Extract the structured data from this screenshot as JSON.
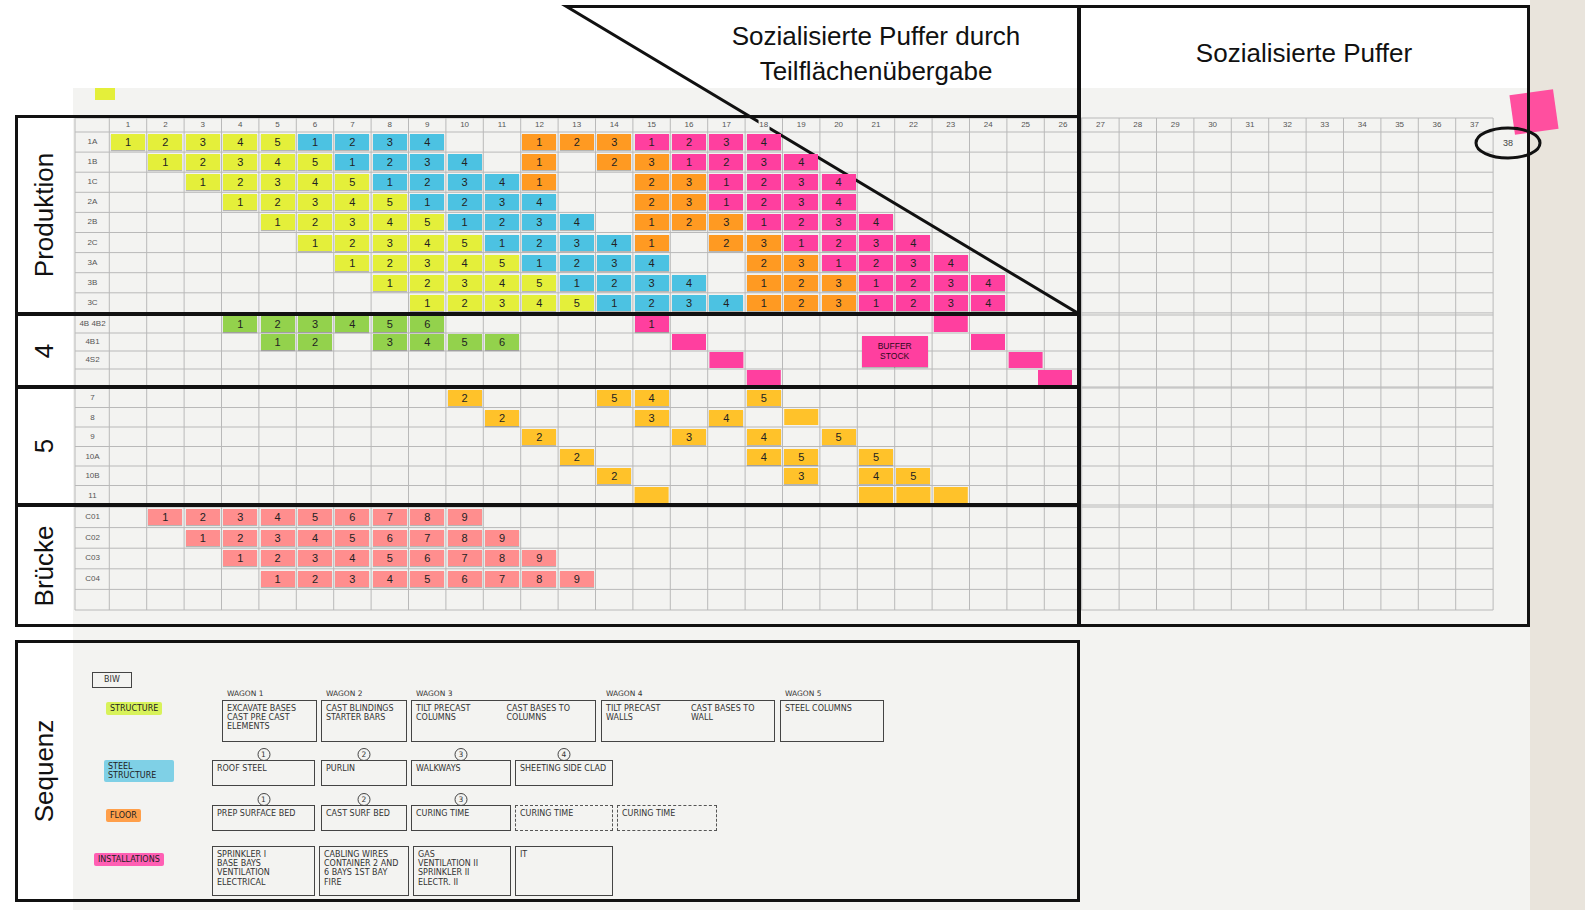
{
  "diagram": {
    "nodes": [
      {
        "text": [
          "Sozialisierte Puffer durch Teilflächenübergabe"
        ]
      },
      {
        "text": [
          "Sozialisierte Puffer"
        ]
      },
      {
        "text": [
          "Produktion"
        ]
      },
      {
        "text": [
          "4"
        ]
      },
      {
        "text": [
          "5"
        ]
      },
      {
        "text": [
          "Brücke"
        ]
      },
      {
        "text": [
          "Sequenz"
        ]
      },
      {
        "text": [
          "BIW"
        ],
        "in": 6
      },
      {
        "text": [
          "WAGON 1",
          "EXCAVATE BASES",
          "CAST PRE CAST ELEMENTS"
        ],
        "in": 6
      },
      {
        "text": [
          "WAGON 2",
          "CAST BLINDINGS STARTER BARS"
        ],
        "in": 6
      },
      {
        "text": [
          "WAGON 3",
          "TILT PRECAST COLUMNS",
          "CAST BASES TO COLUMNS"
        ],
        "in": 6
      },
      {
        "text": [
          "WAGON 4",
          "TILT PRECAST WALLS",
          "CAST BASES TO WALL"
        ],
        "in": 6
      },
      {
        "text": [
          "WAGON 5",
          "STEEL COLUMNS"
        ],
        "in": 6
      },
      {
        "text": [
          "1",
          "ROOF STEEL"
        ],
        "in": 6
      },
      {
        "text": [
          "2",
          "PURLIN"
        ],
        "in": 6
      },
      {
        "text": [
          "3",
          "WALKWAYS"
        ],
        "in": 6
      },
      {
        "text": [
          "4",
          "SHEETING SIDE CLAD"
        ],
        "in": 6
      },
      {
        "text": [
          "1",
          "PREP SURFACE BED"
        ],
        "in": 6
      },
      {
        "text": [
          "2",
          "CAST SURF BED"
        ],
        "in": 6
      },
      {
        "text": [
          "3",
          "CURING TIME"
        ],
        "in": 6
      },
      {
        "text": [
          "CURING TIME"
        ],
        "in": 6
      },
      {
        "text": [
          "CURING TIME"
        ],
        "in": 6
      },
      {
        "text": [
          "SPRINKLER I",
          "BASE BAYS",
          "VENTILATION",
          "ELECTRICAL"
        ],
        "in": 6
      },
      {
        "text": [
          "CABLING WIRES",
          "CONTAINER 2 AND 6 BAYS 1ST BAY",
          "FIRE"
        ],
        "in": 6
      },
      {
        "text": [
          "GAS",
          "VENTILATION II",
          "SPRINKLER II",
          "ELECTR. II"
        ],
        "in": 6
      },
      {
        "text": [
          "IT"
        ],
        "in": 6
      }
    ],
    "labels": [
      "1",
      "2",
      "3",
      "4",
      "5",
      "6",
      "7",
      "8",
      "9",
      "10",
      "11",
      "12",
      "13",
      "14",
      "15",
      "16",
      "17",
      "18",
      "19",
      "20",
      "21",
      "22",
      "23",
      "24",
      "25",
      "26",
      "27",
      "28",
      "29",
      "30",
      "31",
      "32",
      "33",
      "34",
      "35",
      "36",
      "37",
      "38",
      "1A",
      "1B",
      "1C",
      "2A",
      "2B",
      "2C",
      "3A",
      "3B",
      "3C",
      "4B 4B2",
      "4B1",
      "4S2",
      "7",
      "8",
      "9",
      "10A",
      "10B",
      "11",
      "C01",
      "C02",
      "C03",
      "C04",
      "1",
      "2",
      "3",
      "4",
      "5",
      "1",
      "2",
      "3",
      "4",
      "1",
      "2",
      "3",
      "1",
      "2",
      "3",
      "4",
      "1",
      "2",
      "3",
      "4",
      "5",
      "1",
      "2",
      "3",
      "4",
      "1",
      "2",
      "3",
      "1",
      "2",
      "3",
      "4",
      "1",
      "2",
      "3",
      "4",
      "5",
      "1",
      "2",
      "3",
      "4",
      "1",
      "2",
      "3",
      "1",
      "2",
      "3",
      "4",
      "1",
      "2",
      "3",
      "4",
      "5",
      "1",
      "2",
      "3",
      "4",
      "2",
      "3",
      "1",
      "2",
      "3",
      "4",
      "1",
      "2",
      "3",
      "4",
      "5",
      "1",
      "2",
      "3",
      "4",
      "1",
      "2",
      "3",
      "1",
      "2",
      "3",
      "4",
      "1",
      "2",
      "3",
      "4",
      "5",
      "1",
      "2",
      "3",
      "4",
      "1",
      "2",
      "3",
      "1",
      "2",
      "3",
      "4",
      "1",
      "2",
      "3",
      "4",
      "5",
      "1",
      "2",
      "3",
      "4",
      "2",
      "3",
      "1",
      "2",
      "3",
      "4",
      "1",
      "2",
      "3",
      "4",
      "5",
      "1",
      "2",
      "3",
      "4",
      "1",
      "2",
      "3",
      "1",
      "2",
      "3",
      "4",
      "1",
      "2",
      "3",
      "4",
      "5",
      "1",
      "2",
      "3",
      "4",
      "1",
      "2",
      "3",
      "1",
      "2",
      "3",
      "4",
      "1",
      "2",
      "3",
      "4",
      "5",
      "6",
      "1",
      "1",
      "2",
      "3",
      "4",
      "5",
      "6",
      "BUFFER STOCK",
      "2",
      "5",
      "4",
      "5",
      "2",
      "3",
      "4",
      "2",
      "3",
      "4",
      "5",
      "2",
      "4",
      "5",
      "5",
      "2",
      "3",
      "4",
      "5",
      "1",
      "2",
      "3",
      "4",
      "5",
      "6",
      "7",
      "8",
      "9",
      "1",
      "2",
      "3",
      "4",
      "5",
      "6",
      "7",
      "8",
      "9",
      "1",
      "2",
      "3",
      "4",
      "5",
      "6",
      "7",
      "8",
      "9",
      "1",
      "2",
      "3",
      "4",
      "5",
      "6",
      "7",
      "8",
      "9"
    ],
    "legend": [
      {
        "text": "STRUCTURE",
        "color": "#d8f25a"
      },
      {
        "text": "STEEL STRUCTURE",
        "color": "#7fd0e6"
      },
      {
        "text": "FLOOR",
        "color": "#ff9f4a"
      },
      {
        "text": "INSTALLATIONS",
        "color": "#ff5fb4"
      }
    ]
  }
}
